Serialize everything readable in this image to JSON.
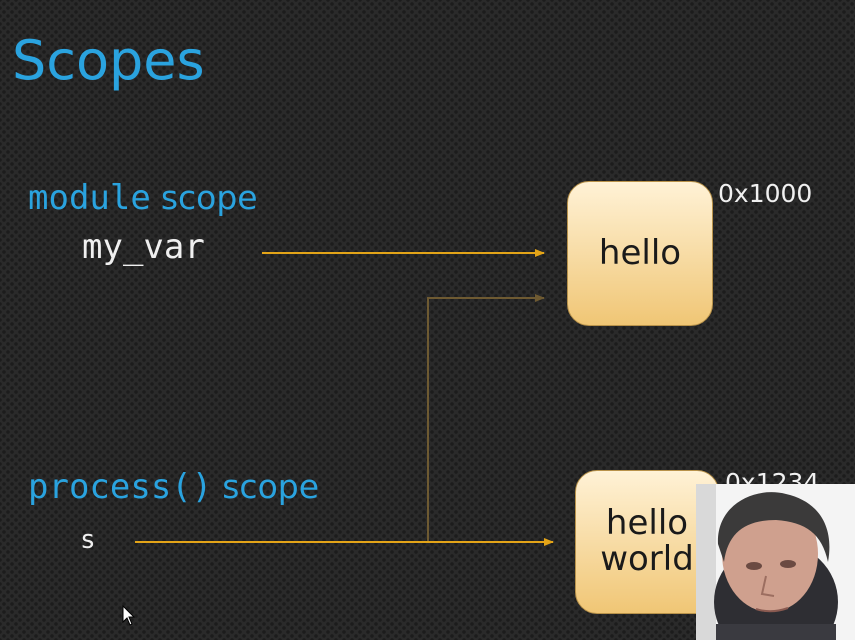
{
  "slide": {
    "title": "Scopes"
  },
  "module_scope": {
    "keyword": "module",
    "label": "scope",
    "variable": "my_var"
  },
  "process_scope": {
    "keyword": "process()",
    "label": "scope",
    "variable": "s"
  },
  "objects": [
    {
      "text": "hello",
      "address": "0x1000"
    },
    {
      "text_line1": "hello",
      "text_line2": "world",
      "address": "0x1234"
    }
  ],
  "colors": {
    "title": "#2aa3df",
    "arrow_active": "#e3a418",
    "arrow_faded": "#6e5a32",
    "box_fill_top": "#fff2d6",
    "box_fill_bottom": "#f0c675"
  },
  "overlays": {
    "webcam": "presenter-webcam",
    "cursor": "mouse-pointer-icon"
  }
}
